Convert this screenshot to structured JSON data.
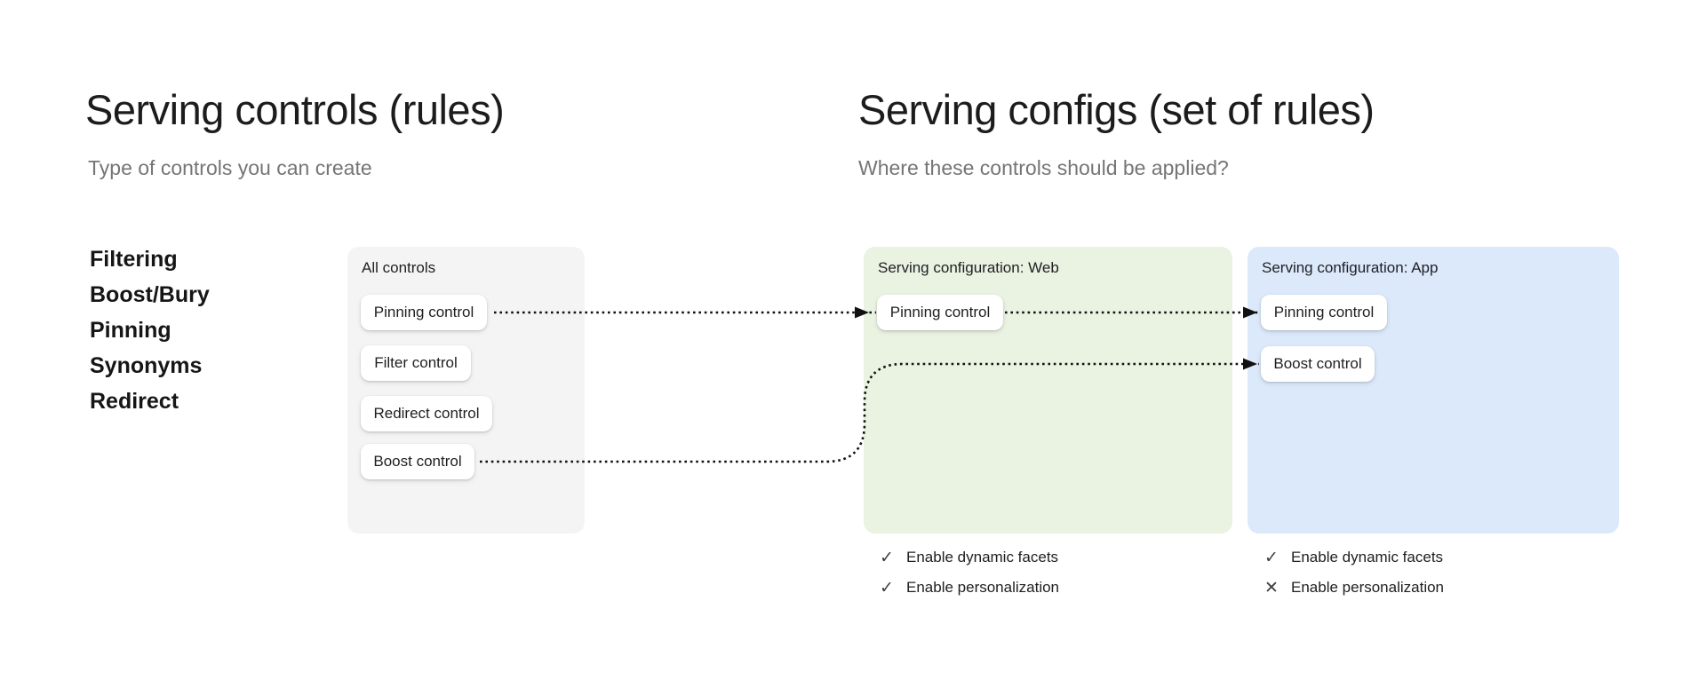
{
  "left": {
    "title": "Serving controls (rules)",
    "subtitle": "Type of controls you can create",
    "control_types": [
      "Filtering",
      "Boost/Bury",
      "Pinning",
      "Synonyms",
      "Redirect"
    ],
    "card": {
      "title": "All controls",
      "buttons": [
        "Pinning control",
        "Filter control",
        "Redirect control",
        "Boost control"
      ]
    }
  },
  "right": {
    "title": "Serving configs (set of rules)",
    "subtitle": "Where these controls should be applied?",
    "web": {
      "title": "Serving configuration: Web",
      "buttons": [
        "Pinning control"
      ],
      "features": [
        {
          "icon": "✓",
          "state": "enabled",
          "label": "Enable dynamic facets"
        },
        {
          "icon": "✓",
          "state": "enabled",
          "label": "Enable personalization"
        }
      ]
    },
    "app": {
      "title": "Serving configuration: App",
      "buttons": [
        "Pinning control",
        "Boost control"
      ],
      "features": [
        {
          "icon": "✓",
          "state": "enabled",
          "label": "Enable dynamic facets"
        },
        {
          "icon": "✕",
          "state": "disabled",
          "label": "Enable personalization"
        }
      ]
    }
  },
  "colors": {
    "all_controls_card_bg": "#f4f4f4",
    "web_card_bg": "#eaf2e2",
    "app_card_bg": "#dbe9fb",
    "pill_bg": "#ffffff",
    "title_text": "#1c1c1c",
    "subtitle_text": "#757575",
    "body_text": "#202124",
    "arrow": "#111111"
  }
}
